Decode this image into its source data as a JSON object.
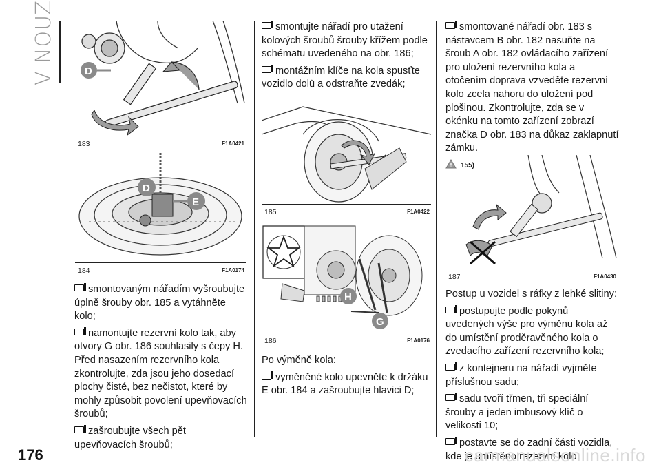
{
  "section_tab": "V NOUZI",
  "page_number": "176",
  "watermark": "carmanualsonline.info",
  "figures": {
    "f183": {
      "number": "183",
      "code": "F1A0421",
      "markers": [
        "D"
      ]
    },
    "f184": {
      "number": "184",
      "code": "F1A0174",
      "markers": [
        "D",
        "E"
      ]
    },
    "f185": {
      "number": "185",
      "code": "F1A0422"
    },
    "f186": {
      "number": "186",
      "code": "F1A0176",
      "markers": [
        "H",
        "G"
      ]
    },
    "f187": {
      "number": "187",
      "code": "F1A0430"
    }
  },
  "col1": {
    "b1": "smontovaným nářadím vyšroubujte úplně šrouby obr. 185 a vytáhněte kolo;",
    "b2": "namontujte rezervní kolo tak, aby otvory G obr. 186 souhlasily s čepy H. Před nasazením rezervního kola zkontrolujte, zda jsou jeho dosedací plochy čisté, bez nečistot, které by mohly způsobit povolení upevňovacích šroubů;",
    "b3": "zašroubujte všech pět upevňovacích šroubů;"
  },
  "col2": {
    "b1": "smontujte nářadí pro utažení kolových šroubů šrouby křížem podle schématu uvedeného na obr. 186;",
    "b2": "montážním klíče na kola spusťte vozidlo dolů a odstraňte zvedák;",
    "heading": "Po výměně kola:",
    "b3": "vyměněné kolo upevněte k držáku E obr. 184 a zašroubujte hlavici D;"
  },
  "col3": {
    "b1": "smontované nářadí obr. 183 s nástavcem B obr. 182 nasuňte na šroub A obr. 182 ovládacího zařízení pro uložení rezervního kola a otočením doprava vzveděte rezervní kolo zcela nahoru do uložení pod plošinou. Zkontrolujte, zda se v okénku na tomto zařízení zobrazí značka D obr. 183 na důkaz zaklapnutí zámku.",
    "warning_ref": "155)",
    "intro": "Postup u vozidel s ráfky z lehké slitiny:",
    "b2": "postupujte podle pokynů uvedených výše pro výměnu kola až do umístění proděravěného kola o zvedacího zařízení rezervního kola;",
    "b3": "z kontejneru na nářadí vyjměte příslušnou sadu;",
    "b4": "sadu tvoří třmen, tři speciální šrouby a jeden imbusový klíč o velikosti 10;",
    "b5": "postavte se do zadní části vozidla, kde je umístěno rezervní kolo;"
  }
}
